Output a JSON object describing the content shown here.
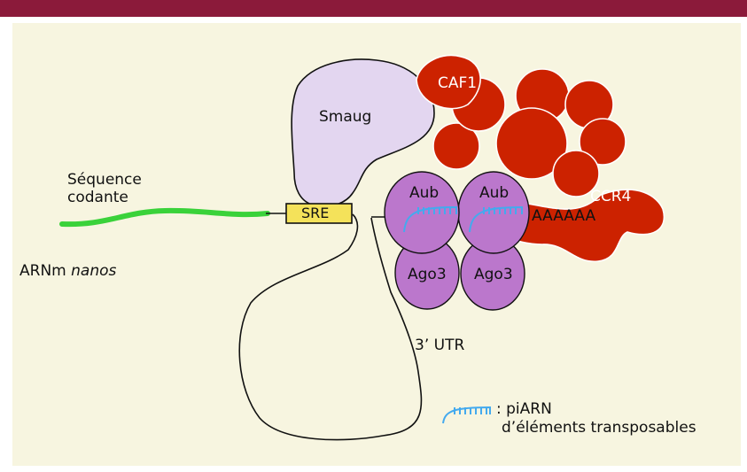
{
  "labels": {
    "sequence_codante": "Séquence\ncodante",
    "arnm": "ARNm",
    "nanos": "nanos",
    "sre": "SRE",
    "smaug": "Smaug",
    "caf1": "CAF1",
    "ccr4": "CCR4",
    "aub_1": "Aub",
    "aub_2": "Aub",
    "ago3_1": "Ago3",
    "ago3_2": "Ago3",
    "poly_a": "AAAAAA",
    "utr": "3’ UTR"
  },
  "legend": {
    "line1": ": piARN",
    "line2": "d’éléments transposables"
  },
  "colors": {
    "header_bar": "#8b1a3a",
    "background": "#f7f5e0",
    "coding_sequence": "#3ad23a",
    "sre_box": "#f4e25a",
    "smaug": "#e3d6f0",
    "caf1_ccr4": "#cc2200",
    "piwi_proteins": "#bb77cc",
    "piarn": "#44aaee"
  }
}
